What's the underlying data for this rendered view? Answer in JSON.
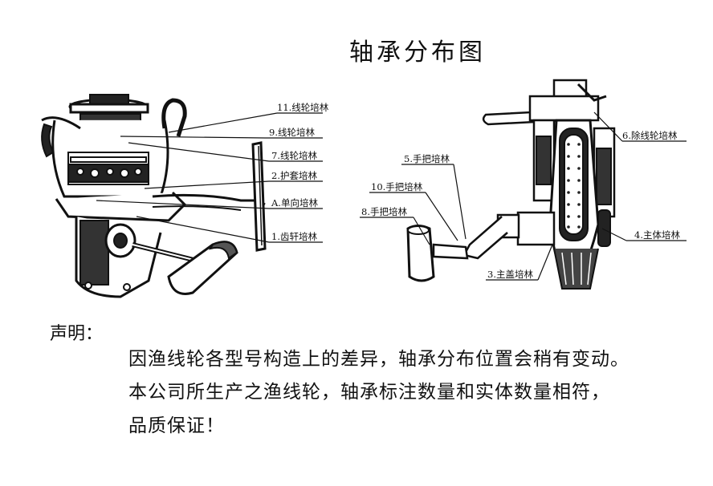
{
  "title": "轴承分布图",
  "left_reel_labels": [
    {
      "id": "l11",
      "text": "11.线轮培林"
    },
    {
      "id": "l9",
      "text": "9.线轮培林"
    },
    {
      "id": "l7",
      "text": "7.线轮培林"
    },
    {
      "id": "l2",
      "text": "2.护套培林"
    },
    {
      "id": "lA",
      "text": "A.单向培林"
    },
    {
      "id": "l1",
      "text": "1.齿轩培林"
    }
  ],
  "right_reel_labels": [
    {
      "id": "r6",
      "text": "6.除线轮培林"
    },
    {
      "id": "r5",
      "text": "5.手把培林"
    },
    {
      "id": "r10",
      "text": "10.手把培林"
    },
    {
      "id": "r8",
      "text": "8.手把培林"
    },
    {
      "id": "r4",
      "text": "4.主体培林"
    },
    {
      "id": "r3",
      "text": "3.主盖培林"
    }
  ],
  "declaration": {
    "heading": "声明：",
    "lines": [
      "因渔线轮各型号构造上的差异，轴承分布位置会稍有变动。",
      "本公司所生产之渔线轮，轴承标注数量和实体数量相符，",
      "品质保证！"
    ]
  }
}
